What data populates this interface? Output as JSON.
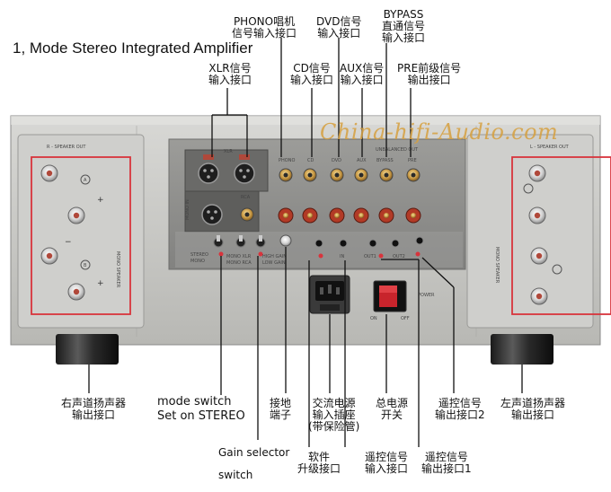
{
  "title": "1, Mode Stereo Integrated Amplifier",
  "watermark": "China-hifi-Audio.com",
  "top_labels": {
    "phono": [
      "PHONO唱机",
      "信号输入接口"
    ],
    "dvd": [
      "DVD信号",
      "输入接口"
    ],
    "bypass": [
      "BYPASS",
      "直通信号",
      "输入接口"
    ],
    "xlr": [
      "XLR信号",
      "输入接口"
    ],
    "cd": [
      "CD信号",
      "输入接口"
    ],
    "aux": [
      "AUX信号",
      "输入接口"
    ],
    "pre": [
      "PRE前级信号",
      "输出接口"
    ]
  },
  "bottom_labels": {
    "right_speaker": [
      "右声道扬声器",
      "输出接口"
    ],
    "mode_switch": [
      "mode switch",
      "Set on STEREO"
    ],
    "gain_selector": [
      "Gain selector",
      "switch"
    ],
    "ground": [
      "接地",
      "端子"
    ],
    "ac_power": [
      "交流电源",
      "输入插座",
      "(带保险管)"
    ],
    "software": [
      "软件",
      "升级接口"
    ],
    "power_switch": [
      "总电源",
      "开关"
    ],
    "remote_in": [
      "遥控信号",
      "输入接口"
    ],
    "remote_out1": [
      "遥控信号",
      "输出接口1"
    ],
    "remote_out2": [
      "遥控信号",
      "输出接口2"
    ],
    "left_speaker": [
      "左声道扬声器",
      "输出接口"
    ]
  },
  "panel_text": {
    "r_speaker_out": "R - SPEAKER OUT",
    "l_speaker_out": "L - SPEAKER OUT",
    "mono_speaker": "MONO SPEAKER",
    "phono": "PHONO",
    "cd": "CD",
    "dvd": "DVD",
    "aux": "AUX",
    "bypass": "BYPASS",
    "pre": "PRE",
    "xlr": "XLR",
    "rca": "RCA",
    "mono_in": "MONO IN",
    "unbalanced_out": "UNBALANCED OUT",
    "high_gain": "HIGH GAIN",
    "low_gain": "LOW GAIN",
    "stereo": "STEREO",
    "mono": "MONO",
    "mono_xlr": "MONO XLR",
    "mono_rca": "MONO RCA",
    "in": "IN",
    "out1": "OUT1",
    "out2": "OUT2",
    "power": "POWER",
    "on": "ON",
    "off": "OFF"
  },
  "colors": {
    "chassis": "#c9c9c6",
    "plate": "#8e8e8b",
    "highlight_box": "#d8343c",
    "gold": "#d8b060",
    "red_rca": "#b23a26"
  }
}
